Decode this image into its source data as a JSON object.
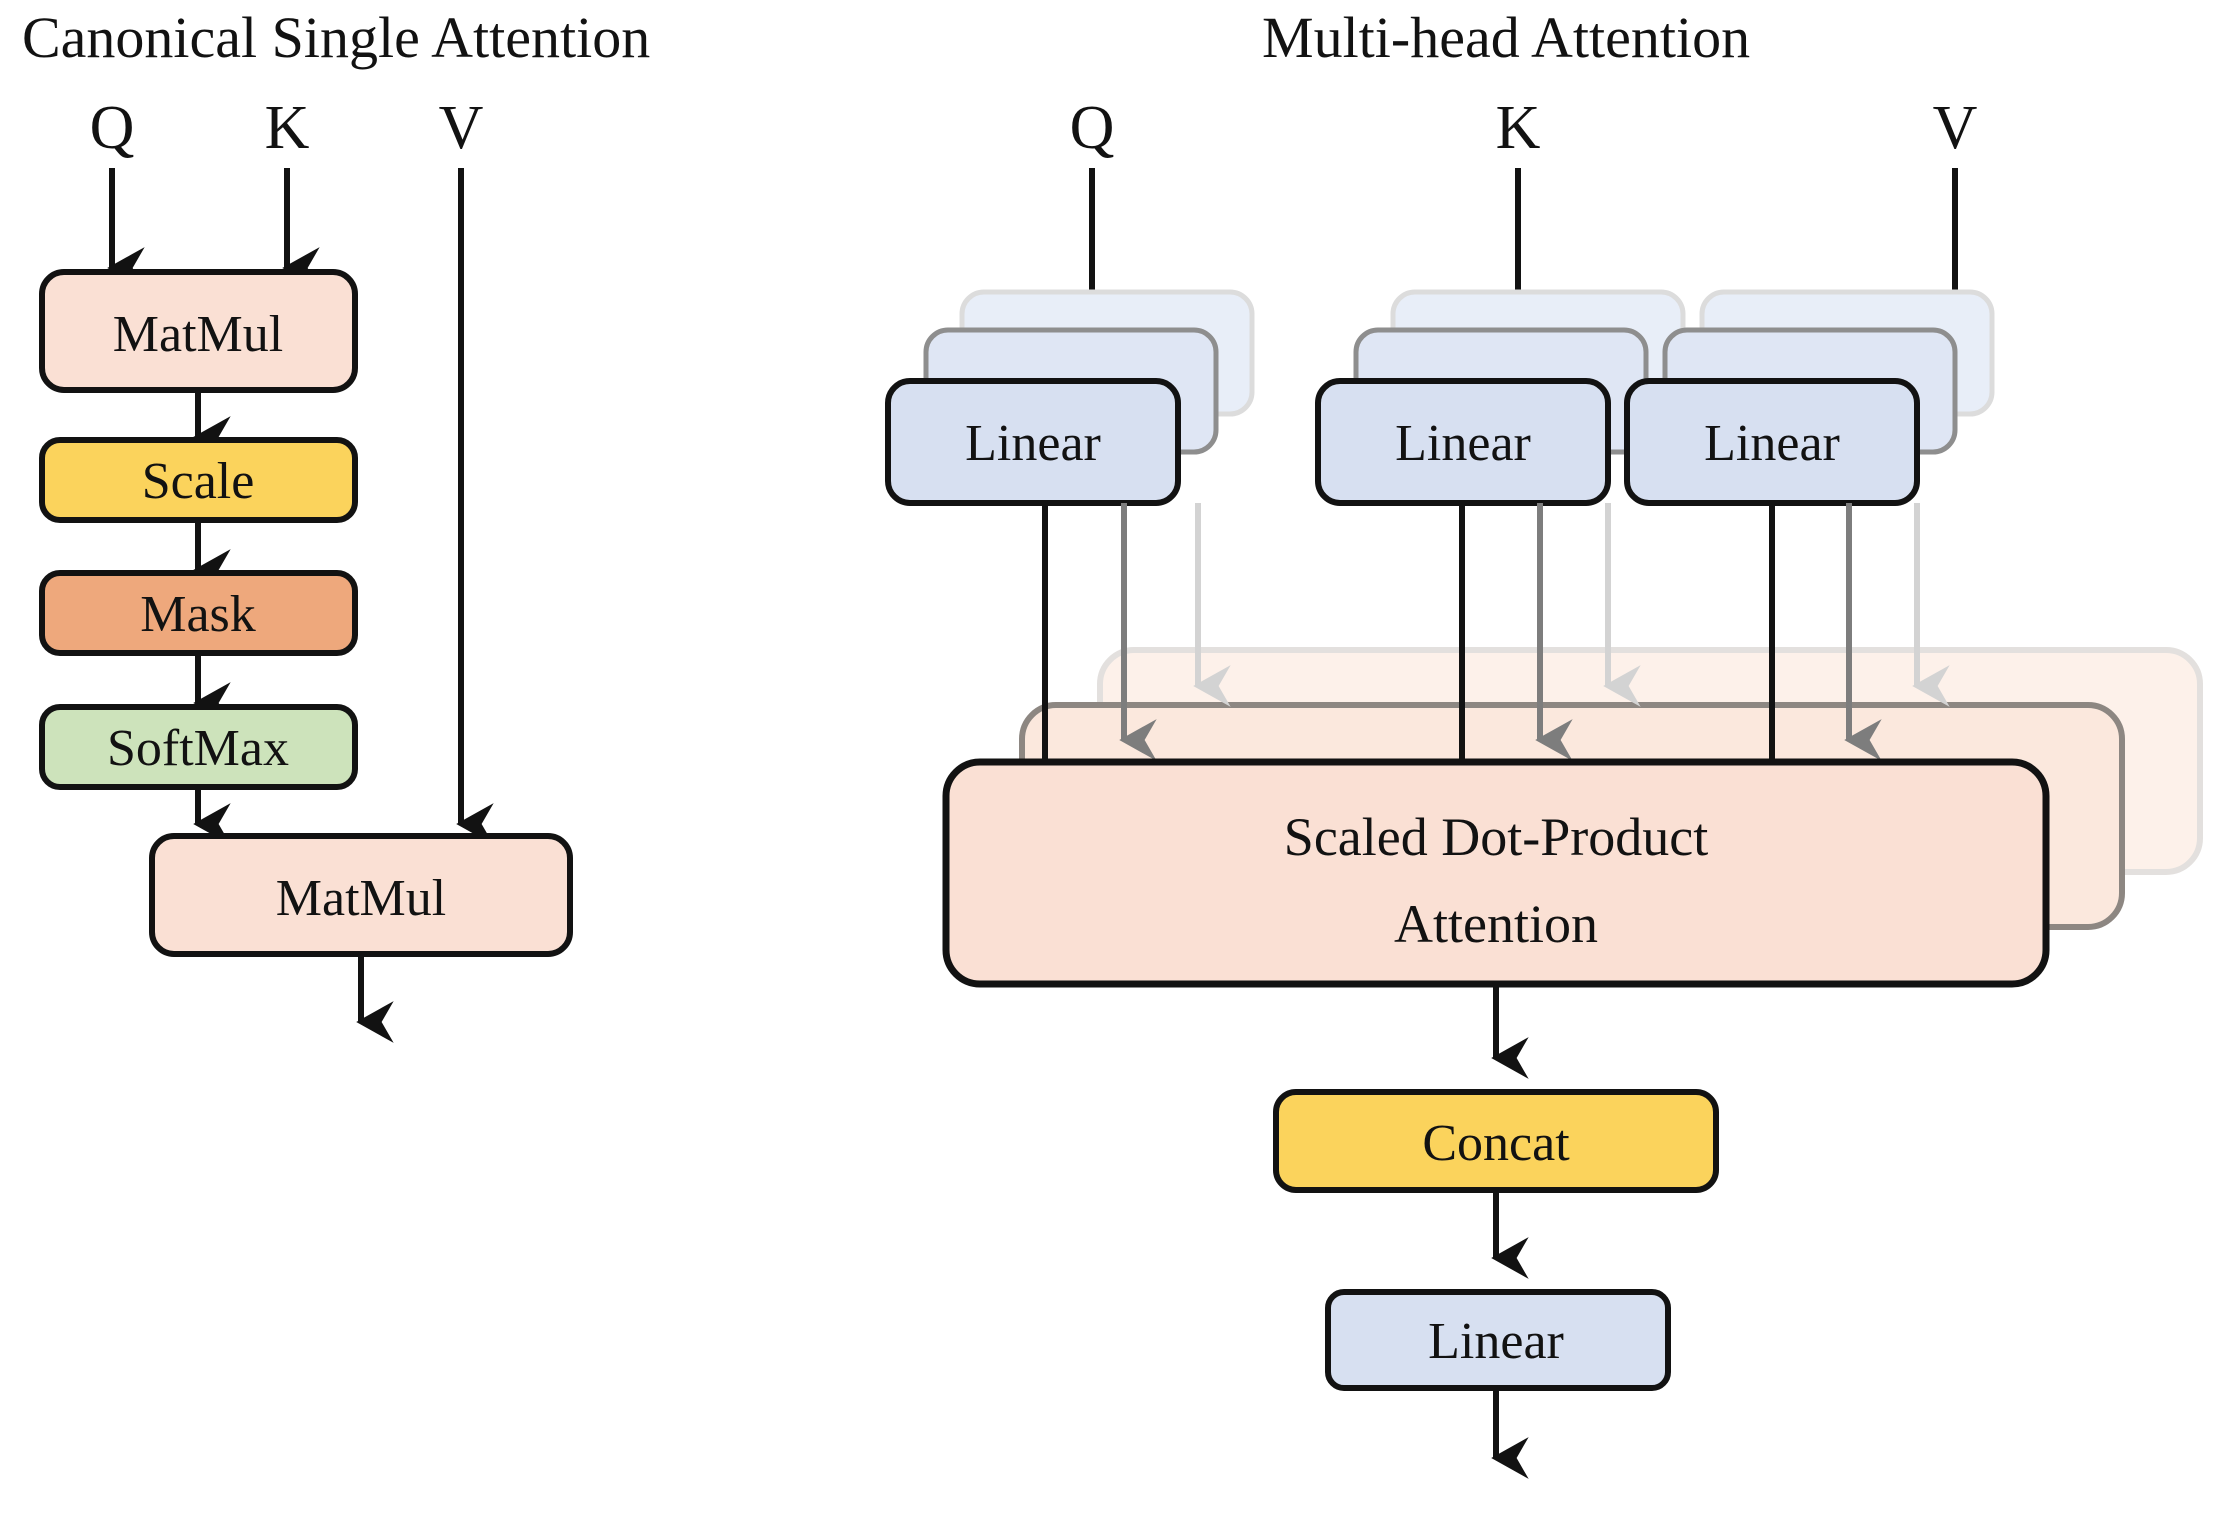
{
  "panels": [
    {
      "id": "canonical",
      "title": "Canonical Single Attention",
      "inputs": [
        {
          "label": "Q"
        },
        {
          "label": "K"
        },
        {
          "label": "V"
        }
      ],
      "blocks": [
        {
          "id": "matmul-top",
          "label": "MatMul",
          "color": "#fae0d4"
        },
        {
          "id": "scale",
          "label": "Scale",
          "color": "#fbd35c"
        },
        {
          "id": "mask",
          "label": "Mask",
          "color": "#eea87c"
        },
        {
          "id": "softmax",
          "label": "SoftMax",
          "color": "#cde3bb"
        },
        {
          "id": "matmul-bot",
          "label": "MatMul",
          "color": "#fae0d4"
        }
      ]
    },
    {
      "id": "multihead",
      "title": "Multi-head Attention",
      "inputs": [
        {
          "label": "Q"
        },
        {
          "label": "K"
        },
        {
          "label": "V"
        }
      ],
      "blocks": [
        {
          "id": "linear-q",
          "label": "Linear",
          "color": "#d7e0f1",
          "stacked": true
        },
        {
          "id": "linear-k",
          "label": "Linear",
          "color": "#d7e0f1",
          "stacked": true
        },
        {
          "id": "linear-v",
          "label": "Linear",
          "color": "#d7e0f1",
          "stacked": true
        },
        {
          "id": "sdpa",
          "label": "Scaled Dot-Product Attention",
          "label_line1": "Scaled Dot-Product",
          "label_line2": "Attention",
          "color": "#fae0d4",
          "stacked": true
        },
        {
          "id": "concat",
          "label": "Concat",
          "color": "#fbd35c"
        },
        {
          "id": "linear-out",
          "label": "Linear",
          "color": "#d7e0f1"
        }
      ]
    }
  ],
  "colors": {
    "matmul": "#fae0d4",
    "scale": "#fbd35c",
    "mask": "#eea87c",
    "softmax": "#cde3bb",
    "linear": "#d7e0f1",
    "concat": "#fbd35c",
    "sdpa": "#fae0d4",
    "stroke": "#121212",
    "stroke_mid": "#7d7d7d",
    "stroke_back": "#d3d3d3",
    "background": "#ffffff"
  }
}
